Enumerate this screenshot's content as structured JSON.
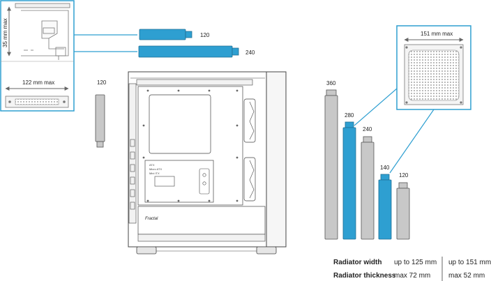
{
  "colors": {
    "accent": "#2e9fd1",
    "gray_radiator": "#c8c8c8",
    "outline": "#555555"
  },
  "callout_left": {
    "height_label": "35 mm max",
    "width_label": "122 mm max"
  },
  "callout_right": {
    "width_label": "151 mm max"
  },
  "top_radiators": [
    {
      "size": "120",
      "highlighted": true
    },
    {
      "size": "240",
      "highlighted": true
    }
  ],
  "front_radiators": [
    {
      "size": "360",
      "highlighted": false
    },
    {
      "size": "280",
      "highlighted": true
    },
    {
      "size": "240",
      "highlighted": false
    },
    {
      "size": "140",
      "highlighted": true
    },
    {
      "size": "120",
      "highlighted": false
    }
  ],
  "rear_radiator": {
    "size": "120",
    "highlighted": false
  },
  "brand": "Fractal",
  "specs": {
    "width_label": "Radiator width",
    "thickness_label": "Radiator thickness",
    "top_width": "up to 125 mm",
    "top_thickness": "max 72 mm",
    "front_width": "up to 151 mm",
    "front_thickness": "max 52 mm"
  }
}
